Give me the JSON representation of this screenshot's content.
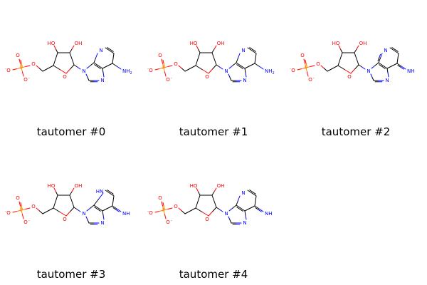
{
  "legend_template": "tautomer #",
  "colors": {
    "bond": "#000000",
    "oxygen": "#ff0000",
    "nitrogen": "#0000ff",
    "phosphorus": "#ff8000"
  },
  "atom_labels": {
    "O": "O",
    "O_minus": "O",
    "minus": "-",
    "P": "P",
    "OH": "OH",
    "HO": "HO",
    "N": "N",
    "NH2": "NH",
    "NH2_sub": "2",
    "NH": "NH",
    "HN": "HN"
  },
  "tautomers": [
    {
      "label": "tautomer #0",
      "variant": "amino"
    },
    {
      "label": "tautomer #1",
      "variant": "amino"
    },
    {
      "label": "tautomer #2",
      "variant": "imino_ch2"
    },
    {
      "label": "tautomer #3",
      "variant": "imino_nh"
    },
    {
      "label": "tautomer #4",
      "variant": "imino"
    }
  ]
}
